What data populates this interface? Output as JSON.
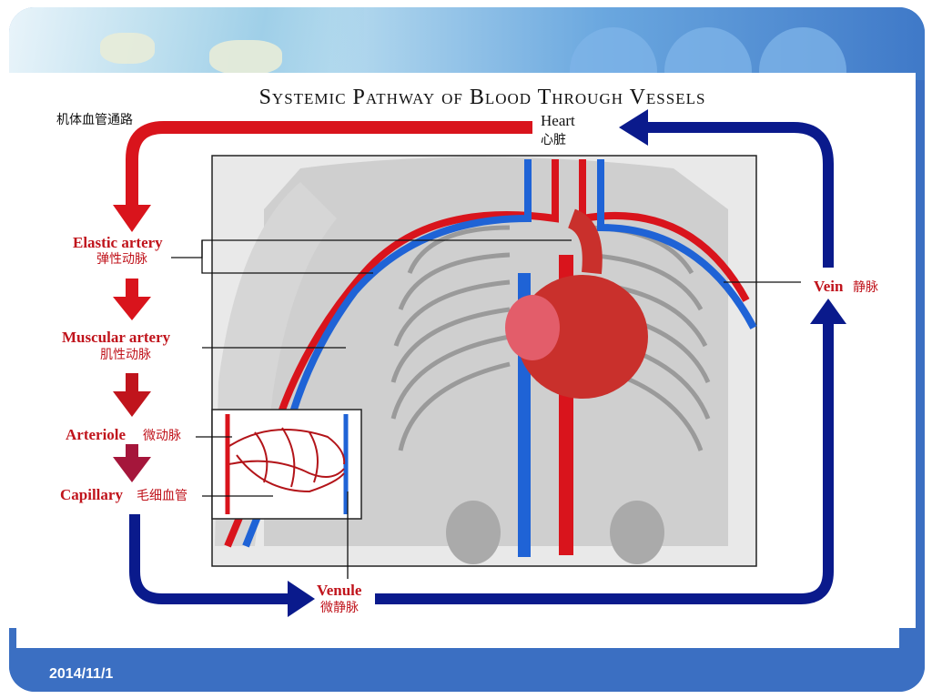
{
  "title": "Systemic Pathway of Blood Through Vessels",
  "subtitle_cn": "机体血管通路",
  "heart": {
    "en": "Heart",
    "cn": "心脏"
  },
  "elastic_artery": {
    "en": "Elastic artery",
    "cn": "弹性动脉"
  },
  "muscular_artery": {
    "en": "Muscular artery",
    "cn": "肌性动脉"
  },
  "arteriole": {
    "en": "Arteriole",
    "cn": "微动脉"
  },
  "capillary": {
    "en": "Capillary",
    "cn": "毛细血管"
  },
  "venule": {
    "en": "Venule",
    "cn": "微静脉"
  },
  "vein": {
    "en": "Vein",
    "cn": "静脉"
  },
  "footer_date": "2014/11/1",
  "colors": {
    "artery": "#d9141c",
    "vein": "#0a1a8c",
    "frame": "#3b6fc2"
  }
}
